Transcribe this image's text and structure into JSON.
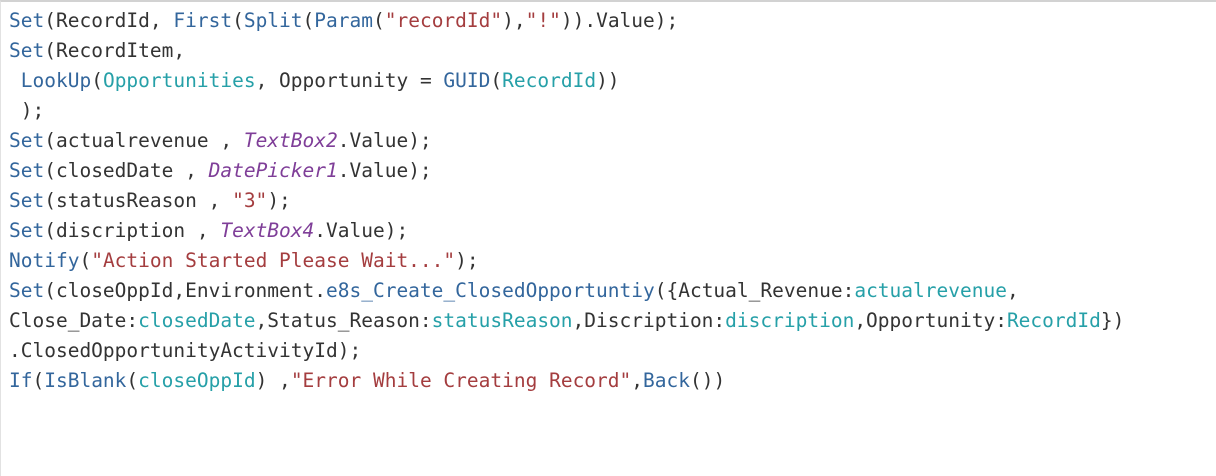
{
  "editor": {
    "kind": "powerapps-formula-editor",
    "background": "#ffffff",
    "border_top_color": "#d2d2d2",
    "border_left_color": "#e2e2e2",
    "colors": {
      "def": "#333333",
      "fn": "#33669c",
      "str": "#a43d3f",
      "var": "#26a0a8",
      "ctrl": "#7f3e98"
    },
    "lines": [
      {
        "tokens": [
          {
            "t": "Set",
            "c": "fn"
          },
          {
            "t": "(RecordId, ",
            "c": "def"
          },
          {
            "t": "First",
            "c": "fn"
          },
          {
            "t": "(",
            "c": "def"
          },
          {
            "t": "Split",
            "c": "fn"
          },
          {
            "t": "(",
            "c": "def"
          },
          {
            "t": "Param",
            "c": "fn"
          },
          {
            "t": "(",
            "c": "def"
          },
          {
            "t": "\"recordId\"",
            "c": "str"
          },
          {
            "t": "),",
            "c": "def"
          },
          {
            "t": "\"!\"",
            "c": "str"
          },
          {
            "t": ")).Value);",
            "c": "def"
          }
        ]
      },
      {
        "tokens": [
          {
            "t": "Set",
            "c": "fn"
          },
          {
            "t": "(RecordItem,",
            "c": "def"
          }
        ]
      },
      {
        "tokens": [
          {
            "t": " ",
            "c": "def"
          },
          {
            "t": "LookUp",
            "c": "fn"
          },
          {
            "t": "(",
            "c": "def"
          },
          {
            "t": "Opportunities",
            "c": "var"
          },
          {
            "t": ", Opportunity = ",
            "c": "def"
          },
          {
            "t": "GUID",
            "c": "fn"
          },
          {
            "t": "(",
            "c": "def"
          },
          {
            "t": "RecordId",
            "c": "var"
          },
          {
            "t": "))",
            "c": "def"
          }
        ]
      },
      {
        "tokens": [
          {
            "t": " );",
            "c": "def"
          }
        ]
      },
      {
        "tokens": [
          {
            "t": "Set",
            "c": "fn"
          },
          {
            "t": "(actualrevenue , ",
            "c": "def"
          },
          {
            "t": "TextBox2",
            "c": "ctrl"
          },
          {
            "t": ".Value);",
            "c": "def"
          }
        ]
      },
      {
        "tokens": [
          {
            "t": "Set",
            "c": "fn"
          },
          {
            "t": "(closedDate , ",
            "c": "def"
          },
          {
            "t": "DatePicker1",
            "c": "ctrl"
          },
          {
            "t": ".Value);",
            "c": "def"
          }
        ]
      },
      {
        "tokens": [
          {
            "t": "Set",
            "c": "fn"
          },
          {
            "t": "(statusReason , ",
            "c": "def"
          },
          {
            "t": "\"3\"",
            "c": "str"
          },
          {
            "t": ");",
            "c": "def"
          }
        ]
      },
      {
        "tokens": [
          {
            "t": "Set",
            "c": "fn"
          },
          {
            "t": "(discription , ",
            "c": "def"
          },
          {
            "t": "TextBox4",
            "c": "ctrl"
          },
          {
            "t": ".Value);",
            "c": "def"
          }
        ]
      },
      {
        "tokens": [
          {
            "t": "Notify",
            "c": "fn"
          },
          {
            "t": "(",
            "c": "def"
          },
          {
            "t": "\"Action Started Please Wait...\"",
            "c": "str"
          },
          {
            "t": ");",
            "c": "def"
          }
        ]
      },
      {
        "tokens": [
          {
            "t": "Set",
            "c": "fn"
          },
          {
            "t": "(closeOppId,Environment.",
            "c": "def"
          },
          {
            "t": "e8s_Create_ClosedOpportuntiy",
            "c": "fn"
          },
          {
            "t": "({Actual_Revenue:",
            "c": "def"
          },
          {
            "t": "actualrevenue",
            "c": "var"
          },
          {
            "t": ",",
            "c": "def"
          }
        ]
      },
      {
        "tokens": [
          {
            "t": "Close_Date:",
            "c": "def"
          },
          {
            "t": "closedDate",
            "c": "var"
          },
          {
            "t": ",Status_Reason:",
            "c": "def"
          },
          {
            "t": "statusReason",
            "c": "var"
          },
          {
            "t": ",Discription:",
            "c": "def"
          },
          {
            "t": "discription",
            "c": "var"
          },
          {
            "t": ",Opportunity:",
            "c": "def"
          },
          {
            "t": "RecordId",
            "c": "var"
          },
          {
            "t": "})",
            "c": "def"
          }
        ]
      },
      {
        "tokens": [
          {
            "t": ".ClosedOpportunityActivityId);",
            "c": "def"
          }
        ]
      },
      {
        "tokens": [
          {
            "t": "If",
            "c": "fn"
          },
          {
            "t": "(",
            "c": "def"
          },
          {
            "t": "IsBlank",
            "c": "fn"
          },
          {
            "t": "(",
            "c": "def"
          },
          {
            "t": "closeOppId",
            "c": "var"
          },
          {
            "t": ") ,",
            "c": "def"
          },
          {
            "t": "\"Error While Creating Record\"",
            "c": "str"
          },
          {
            "t": ",",
            "c": "def"
          },
          {
            "t": "Back",
            "c": "fn"
          },
          {
            "t": "())",
            "c": "def"
          }
        ]
      }
    ]
  }
}
